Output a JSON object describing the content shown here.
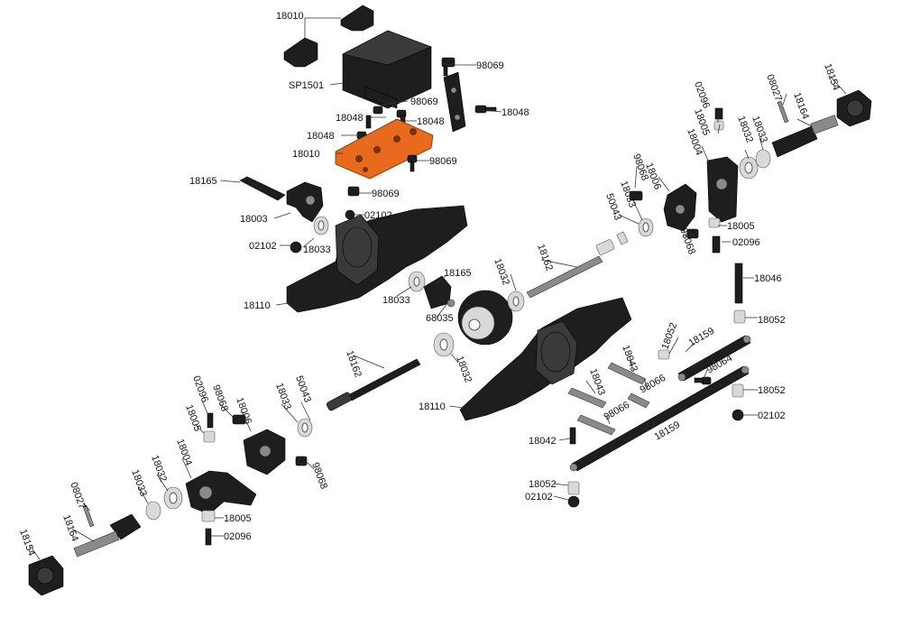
{
  "colors": {
    "part_dark": "#1e1e1e",
    "part_mid": "#3a3a3a",
    "metal": "#d9d9d9",
    "servo_mount_plate": "#e86a1c",
    "label_text": "#111111"
  },
  "labels": [
    {
      "id": "l01",
      "text": "18010"
    },
    {
      "id": "l02",
      "text": "98069"
    },
    {
      "id": "l03",
      "text": "SP1501"
    },
    {
      "id": "l04",
      "text": "98069"
    },
    {
      "id": "l05",
      "text": "18048"
    },
    {
      "id": "l06",
      "text": "18048"
    },
    {
      "id": "l07",
      "text": "18048"
    },
    {
      "id": "l08",
      "text": "18048"
    },
    {
      "id": "l09",
      "text": "18010"
    },
    {
      "id": "l10",
      "text": "98069"
    },
    {
      "id": "l11",
      "text": "18165"
    },
    {
      "id": "l12",
      "text": "98069"
    },
    {
      "id": "l13",
      "text": "18003"
    },
    {
      "id": "l14",
      "text": "02102"
    },
    {
      "id": "l15",
      "text": "02102"
    },
    {
      "id": "l16",
      "text": "18033"
    },
    {
      "id": "l17",
      "text": "18110"
    },
    {
      "id": "l18",
      "text": "18033"
    },
    {
      "id": "l19",
      "text": "18165"
    },
    {
      "id": "l20",
      "text": "68035"
    },
    {
      "id": "l21",
      "text": "18032"
    },
    {
      "id": "l22",
      "text": "18162"
    },
    {
      "id": "l23",
      "text": "02096"
    },
    {
      "id": "l24",
      "text": "08027"
    },
    {
      "id": "l25",
      "text": "18154"
    },
    {
      "id": "l26",
      "text": "18164"
    },
    {
      "id": "l27",
      "text": "18005"
    },
    {
      "id": "l28",
      "text": "18032"
    },
    {
      "id": "l29",
      "text": "18033"
    },
    {
      "id": "l30",
      "text": "18004"
    },
    {
      "id": "l31",
      "text": "98068"
    },
    {
      "id": "l32",
      "text": "18006"
    },
    {
      "id": "l33",
      "text": "18033"
    },
    {
      "id": "l34",
      "text": "50043"
    },
    {
      "id": "l35",
      "text": "18005"
    },
    {
      "id": "l36",
      "text": "02096"
    },
    {
      "id": "l37",
      "text": "98068"
    },
    {
      "id": "l38",
      "text": "18046"
    },
    {
      "id": "l39",
      "text": "18052"
    },
    {
      "id": "l40",
      "text": "18162"
    },
    {
      "id": "l41",
      "text": "18032"
    },
    {
      "id": "l42",
      "text": "18052"
    },
    {
      "id": "l43",
      "text": "18159"
    },
    {
      "id": "l44",
      "text": "18043"
    },
    {
      "id": "l45",
      "text": "98064"
    },
    {
      "id": "l46",
      "text": "18043"
    },
    {
      "id": "l47",
      "text": "98066"
    },
    {
      "id": "l48",
      "text": "18052"
    },
    {
      "id": "l49",
      "text": "18110"
    },
    {
      "id": "l50",
      "text": "98066"
    },
    {
      "id": "l51",
      "text": "02102"
    },
    {
      "id": "l52",
      "text": "18159"
    },
    {
      "id": "l53",
      "text": "18042"
    },
    {
      "id": "l54",
      "text": "18052"
    },
    {
      "id": "l55",
      "text": "02102"
    },
    {
      "id": "l56",
      "text": "02096"
    },
    {
      "id": "l57",
      "text": "98068"
    },
    {
      "id": "l58",
      "text": "18005"
    },
    {
      "id": "l59",
      "text": "18006"
    },
    {
      "id": "l60",
      "text": "18033"
    },
    {
      "id": "l61",
      "text": "50043"
    },
    {
      "id": "l62",
      "text": "18004"
    },
    {
      "id": "l63",
      "text": "18032"
    },
    {
      "id": "l64",
      "text": "18033"
    },
    {
      "id": "l65",
      "text": "08027"
    },
    {
      "id": "l66",
      "text": "18164"
    },
    {
      "id": "l67",
      "text": "18154"
    },
    {
      "id": "l68",
      "text": "18005"
    },
    {
      "id": "l69",
      "text": "02096"
    },
    {
      "id": "l70",
      "text": "98068"
    }
  ]
}
